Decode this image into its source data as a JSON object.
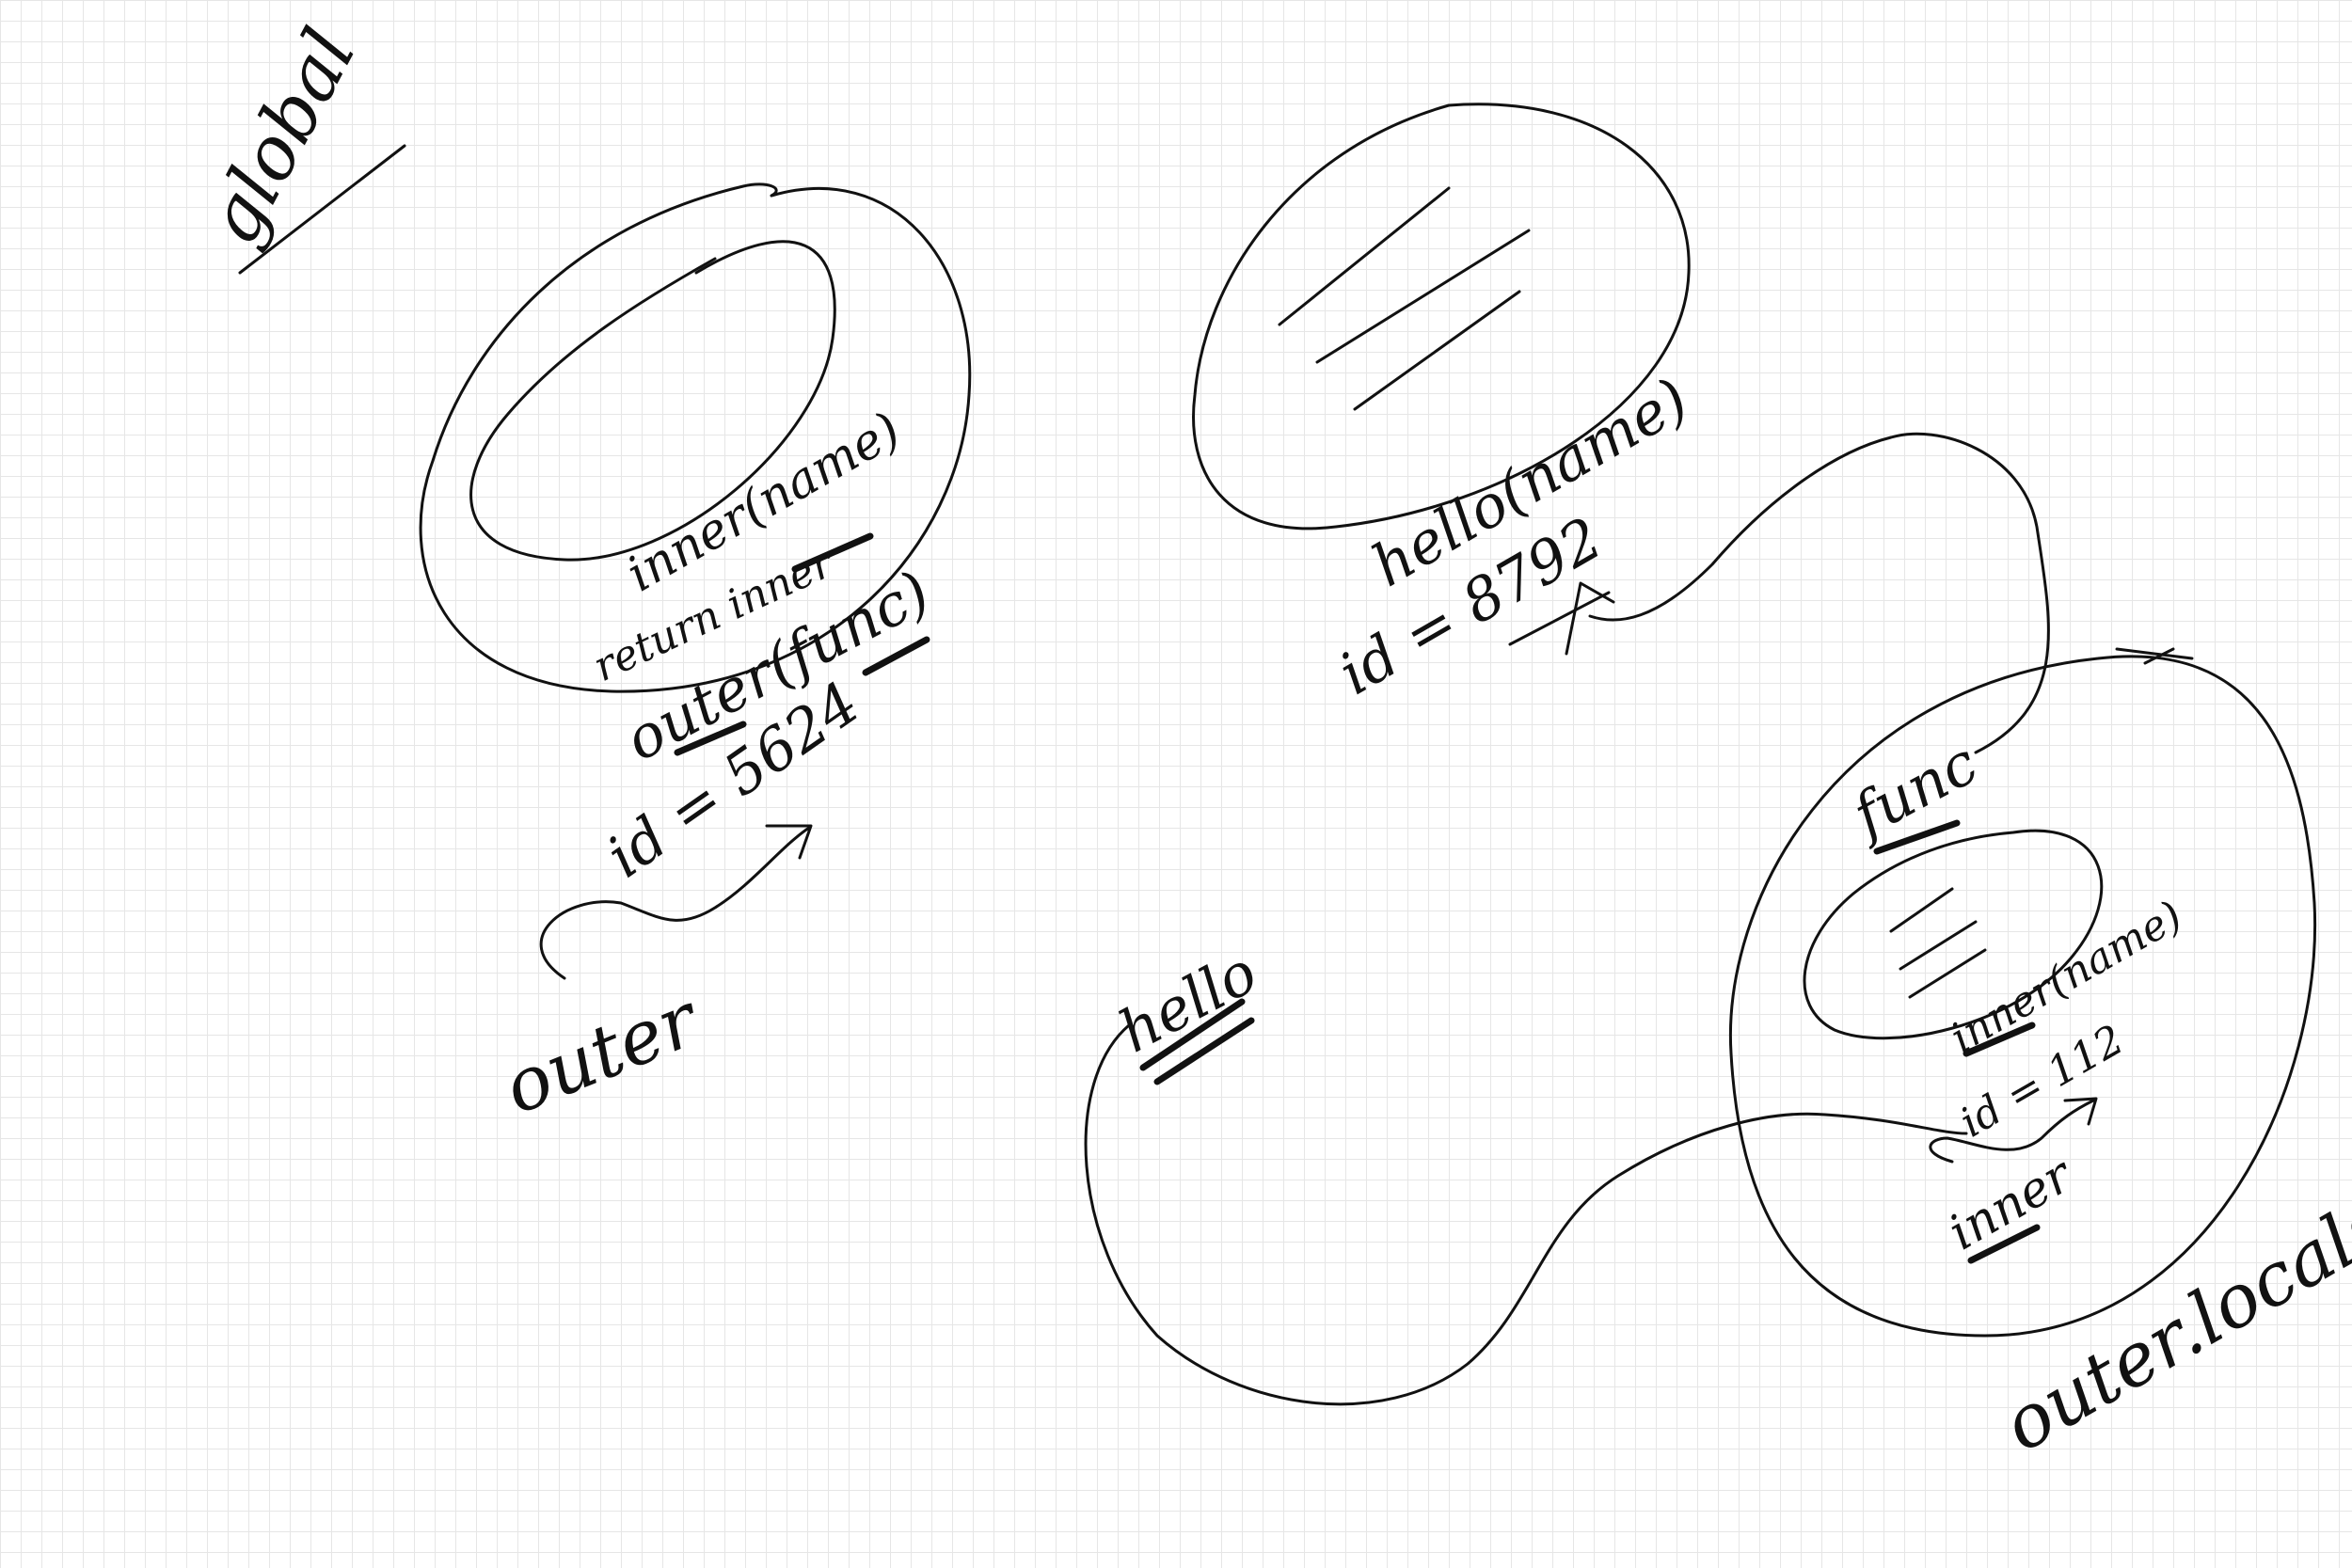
{
  "labels": {
    "global": "global",
    "outer_inner_def": "inner(name)",
    "outer_return": "return inner",
    "outer_signature": "outer(func)",
    "outer_id": "id = 5624",
    "outer_var": "outer",
    "hello_signature": "hello(name)",
    "hello_id": "id = 8792",
    "hello_var": "hello",
    "local_func": "func",
    "local_inner_def": "inner(name)",
    "local_inner_id": "id = 112",
    "local_inner_var": "inner",
    "local_scope": "outer.locals"
  },
  "colors": {
    "ink": "#111111",
    "grid": "#e6e6e6",
    "paper": "#ffffff"
  }
}
